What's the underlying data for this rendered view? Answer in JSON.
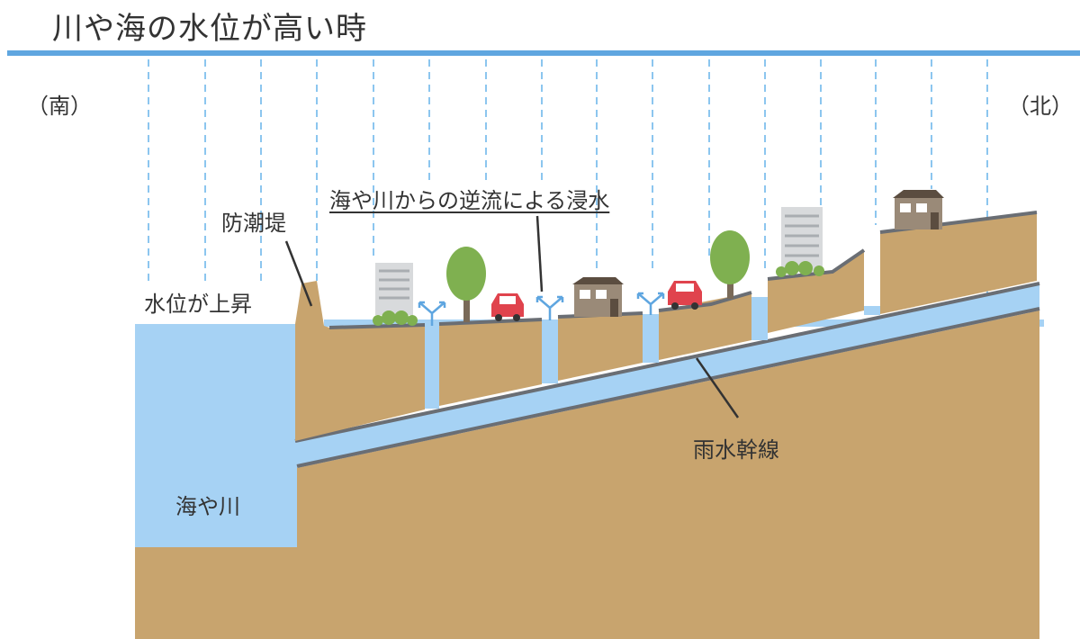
{
  "title": "川や海の水位が高い時",
  "colors": {
    "title_rule": "#5fa6e0",
    "rain": "#8cc6ef",
    "water": "#a6d2f4",
    "ground": "#c8a46e",
    "road": "#6a6e74",
    "tree": "#7fb050",
    "car": "#e0434d",
    "house": "#7a6a58"
  },
  "labels": {
    "south": "（南）",
    "north": "（北）",
    "seawall": "防潮堤",
    "water_rise": "水位が上昇",
    "backflow": "海や川からの逆流による浸水",
    "trunk_sewer": "雨水幹線",
    "sea_river": "海や川"
  },
  "icons": [
    "building-icon",
    "tree-icon",
    "car-icon",
    "house-icon",
    "splash-arrow-icon",
    "bush-icon"
  ]
}
